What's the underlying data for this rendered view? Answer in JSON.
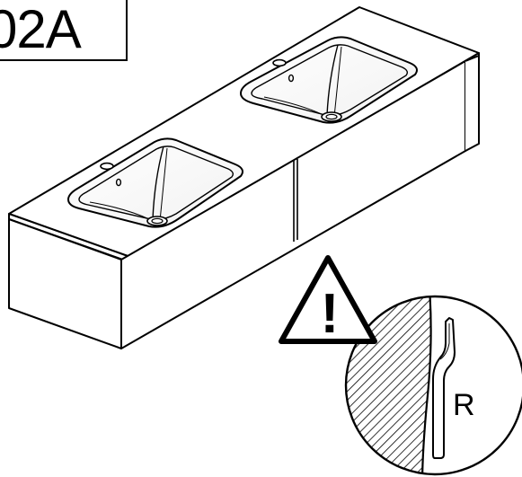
{
  "part_label": "02A",
  "detail": {
    "side_label": "R",
    "warning_symbol": "!"
  },
  "icons": [
    "vanity-unit-drawing",
    "warning-triangle-icon",
    "detail-magnifier"
  ],
  "colors": {
    "line": "#000000",
    "background": "#ffffff"
  }
}
